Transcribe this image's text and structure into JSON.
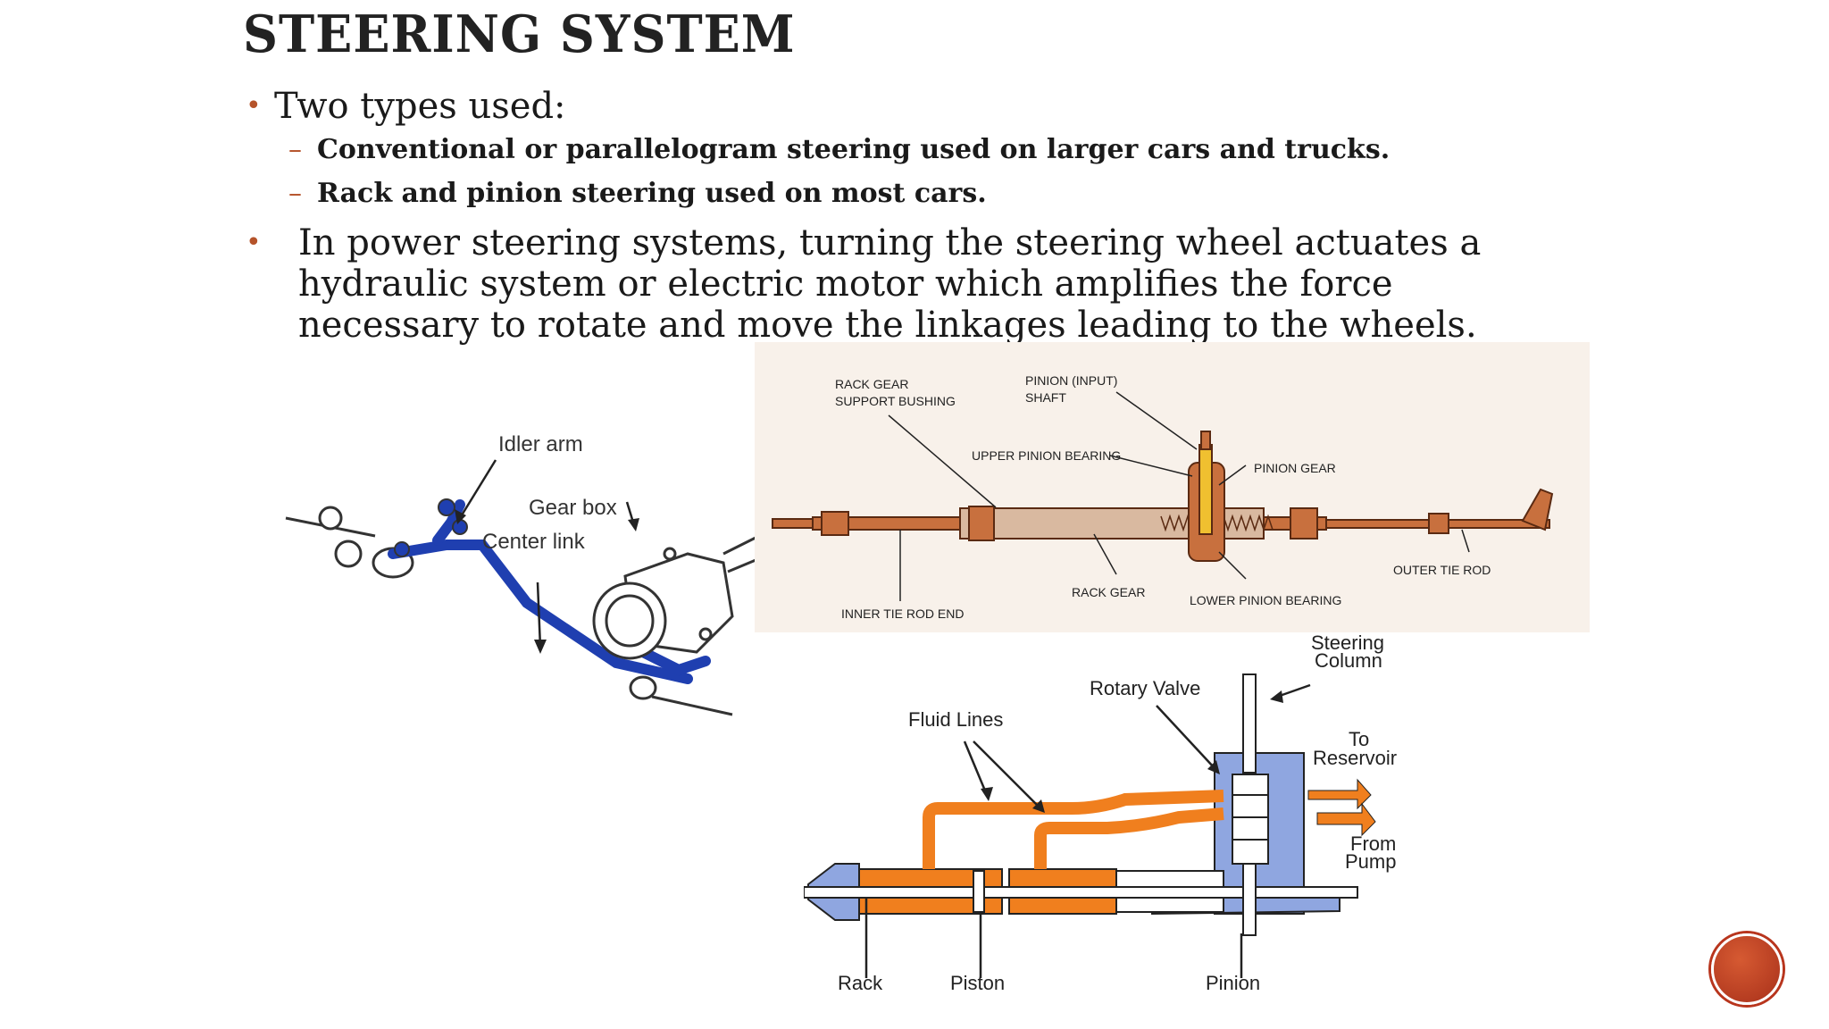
{
  "slide": {
    "title": "STEERING SYSTEM",
    "bullet1": "Two types used:",
    "sub1": "Conventional or parallelogram steering used on larger cars and trucks.",
    "sub2": "Rack and pinion steering used on most cars.",
    "bullet2": "In power steering systems, turning the steering wheel actuates a hydraulic system or electric motor which amplifies the force necessary to rotate and move the  linkages leading to the wheels.",
    "bullet_marker": "•",
    "dash_marker": "–"
  },
  "parallelogram_figure": {
    "labels": {
      "idler_arm": "Idler arm",
      "gear_box": "Gear box",
      "center_link": "Center link"
    },
    "colors": {
      "link": "#1f3fb0"
    }
  },
  "rack_pinion_figure": {
    "labels": {
      "rack_gear_support_bushing_1": "RACK GEAR",
      "rack_gear_support_bushing_2": "SUPPORT BUSHING",
      "pinion_input_shaft_1": "PINION (INPUT)",
      "pinion_input_shaft_2": "SHAFT",
      "upper_pinion_bearing": "UPPER PINION BEARING",
      "pinion_gear": "PINION GEAR",
      "outer_tie_rod": "OUTER TIE ROD",
      "rack_gear": "RACK GEAR",
      "lower_pinion_bearing": "LOWER PINION BEARING",
      "inner_tie_rod_end": "INNER TIE ROD END"
    },
    "colors": {
      "body": "#c8703e",
      "background": "#f8f1ea"
    }
  },
  "power_steering_figure": {
    "labels": {
      "steering_column_1": "Steering",
      "steering_column_2": "Column",
      "rotary_valve": "Rotary Valve",
      "fluid_lines": "Fluid Lines",
      "to_reservoir_1": "To",
      "to_reservoir_2": "Reservoir",
      "from_pump_1": "From",
      "from_pump_2": "Pump",
      "rack": "Rack",
      "piston": "Piston",
      "pinion": "Pinion"
    },
    "colors": {
      "fluid": "#f07f1e",
      "housing": "#8fa6e0"
    }
  },
  "nav": {
    "color": "#b8351d"
  }
}
